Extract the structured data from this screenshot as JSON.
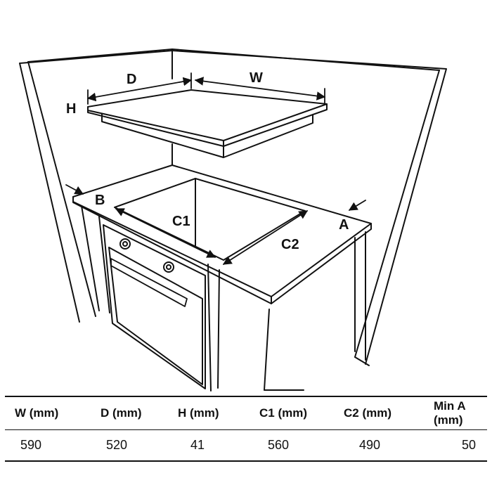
{
  "diagram": {
    "labels": {
      "d": "D",
      "w": "W",
      "h": "H",
      "b": "B",
      "a": "A",
      "c1": "C1",
      "c2": "C2"
    }
  },
  "table": {
    "headers": [
      "W (mm)",
      "D (mm)",
      "H (mm)",
      "C1 (mm)",
      "C2 (mm)",
      "Min A (mm)"
    ],
    "values": [
      "590",
      "520",
      "41",
      "560",
      "490",
      "50"
    ]
  }
}
